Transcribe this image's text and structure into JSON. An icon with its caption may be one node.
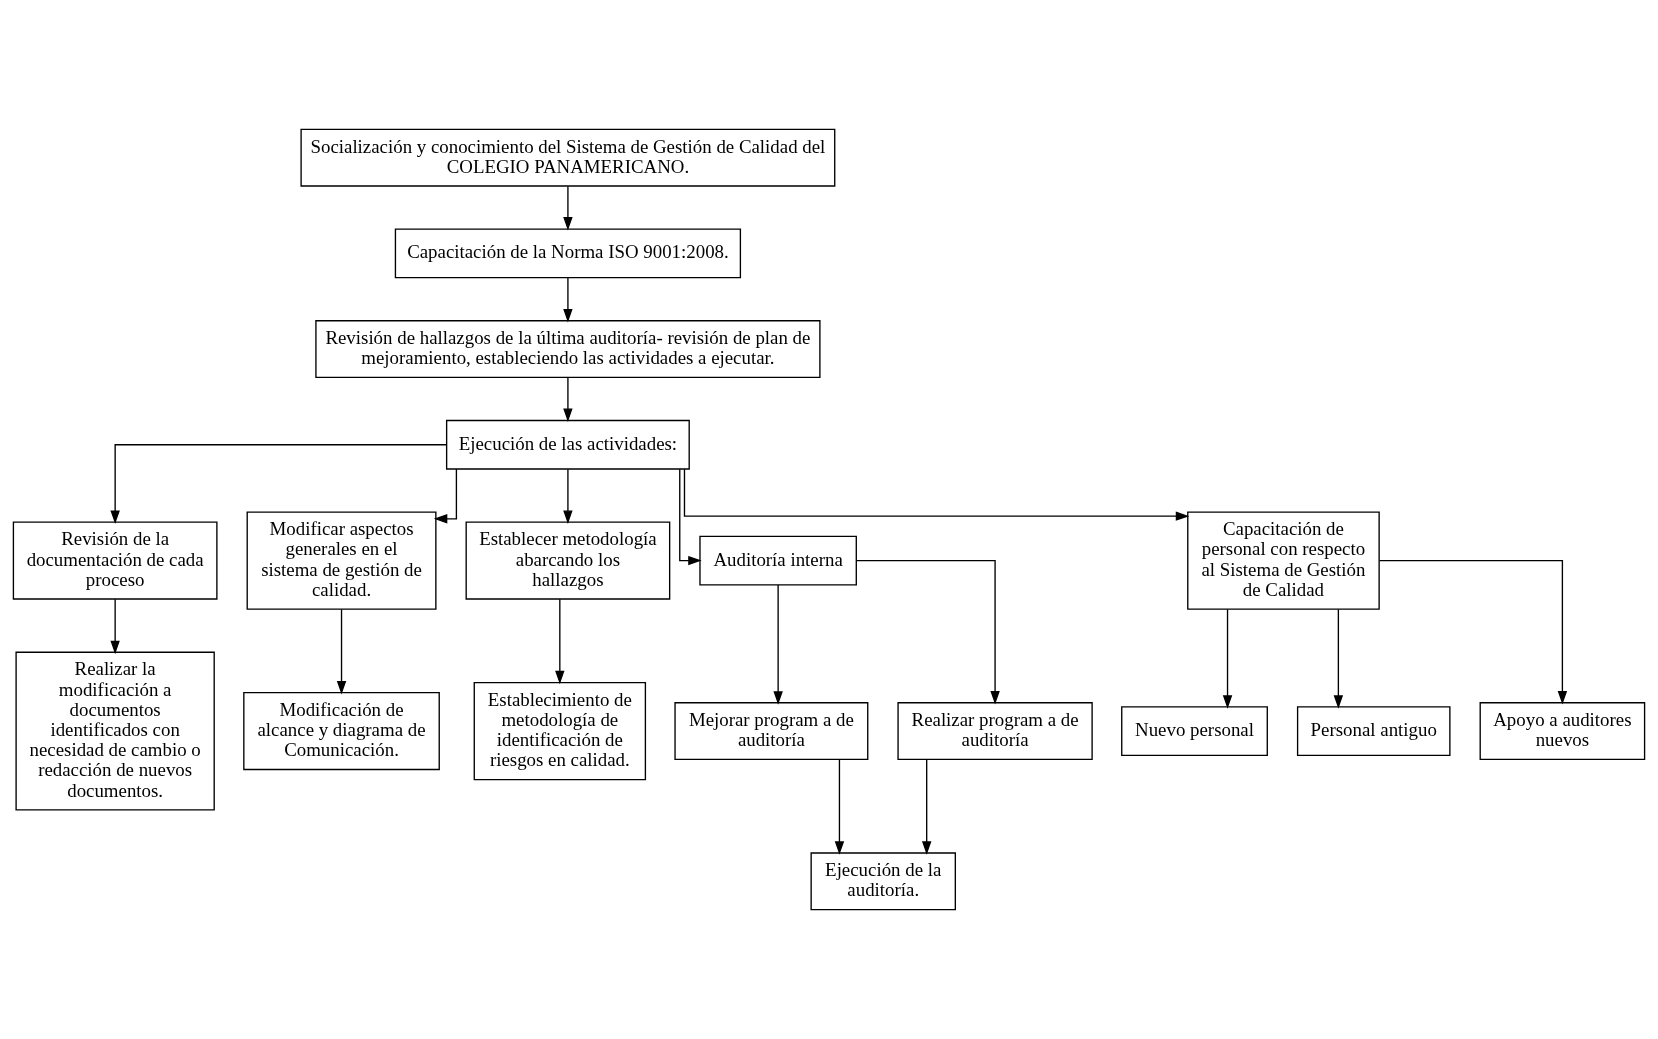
{
  "diagram": {
    "nodes": [
      {
        "text": [
          "Socialización y conocimiento del Sistema de Gestión de Calidad del COLEGIO PANAMERICANO."
        ]
      },
      {
        "text": [
          "Capacitación de la Norma ISO 9001:2008."
        ]
      },
      {
        "text": [
          "Revisión de hallazgos de la última auditoría- revisión de plan de mejoramiento, estableciendo las actividades a ejecutar."
        ]
      },
      {
        "text": [
          "Ejecución de las actividades:"
        ]
      },
      {
        "text": [
          "Revisión de la documentación de cada proceso"
        ]
      },
      {
        "text": [
          "Modificar aspectos generales en el sistema de gestión de calidad."
        ]
      },
      {
        "text": [
          "Establecer metodología abarcando los hallazgos"
        ]
      },
      {
        "text": [
          "Auditoría interna"
        ]
      },
      {
        "text": [
          "Capacitación de personal con respecto al Sistema de Gestión de Calidad"
        ]
      },
      {
        "text": [
          "Realizar la modificación a documentos identificados con necesidad de cambio o redacción de nuevos documentos."
        ]
      },
      {
        "text": [
          "Modificación de alcance y diagrama de Comunicación."
        ]
      },
      {
        "text": [
          "Establecimiento de metodología de identificación de riesgos en calidad."
        ]
      },
      {
        "text": [
          "Mejorar program a de auditoría"
        ]
      },
      {
        "text": [
          "Realizar program a de auditoría"
        ]
      },
      {
        "text": [
          "Ejecución de la auditoría."
        ]
      },
      {
        "text": [
          "Nuevo personal"
        ]
      },
      {
        "text": [
          "Personal antiguo"
        ]
      },
      {
        "text": [
          "Apoyo a auditores nuevos"
        ]
      }
    ],
    "edges": [
      {
        "from": 0,
        "to": 1,
        "arrow": "to"
      },
      {
        "from": 1,
        "to": 2,
        "arrow": "to"
      },
      {
        "from": 2,
        "to": 3,
        "arrow": "to"
      },
      {
        "from": 3,
        "to": 4,
        "arrow": "to"
      },
      {
        "from": 3,
        "to": 5,
        "arrow": "to"
      },
      {
        "from": 3,
        "to": 6,
        "arrow": "to"
      },
      {
        "from": 3,
        "to": 7,
        "arrow": "to"
      },
      {
        "from": 3,
        "to": 8,
        "arrow": "to"
      },
      {
        "from": 4,
        "to": 9,
        "arrow": "to"
      },
      {
        "from": 5,
        "to": 10,
        "arrow": "to"
      },
      {
        "from": 6,
        "to": 11,
        "arrow": "to"
      },
      {
        "from": 7,
        "to": 12,
        "arrow": "to"
      },
      {
        "from": 7,
        "to": 13,
        "arrow": "to"
      },
      {
        "from": 12,
        "to": 14,
        "arrow": "to"
      },
      {
        "from": 13,
        "to": 14,
        "arrow": "to"
      },
      {
        "from": 8,
        "to": 15,
        "arrow": "to"
      },
      {
        "from": 8,
        "to": 16,
        "arrow": "to"
      },
      {
        "from": 8,
        "to": 17,
        "arrow": "to"
      }
    ]
  }
}
